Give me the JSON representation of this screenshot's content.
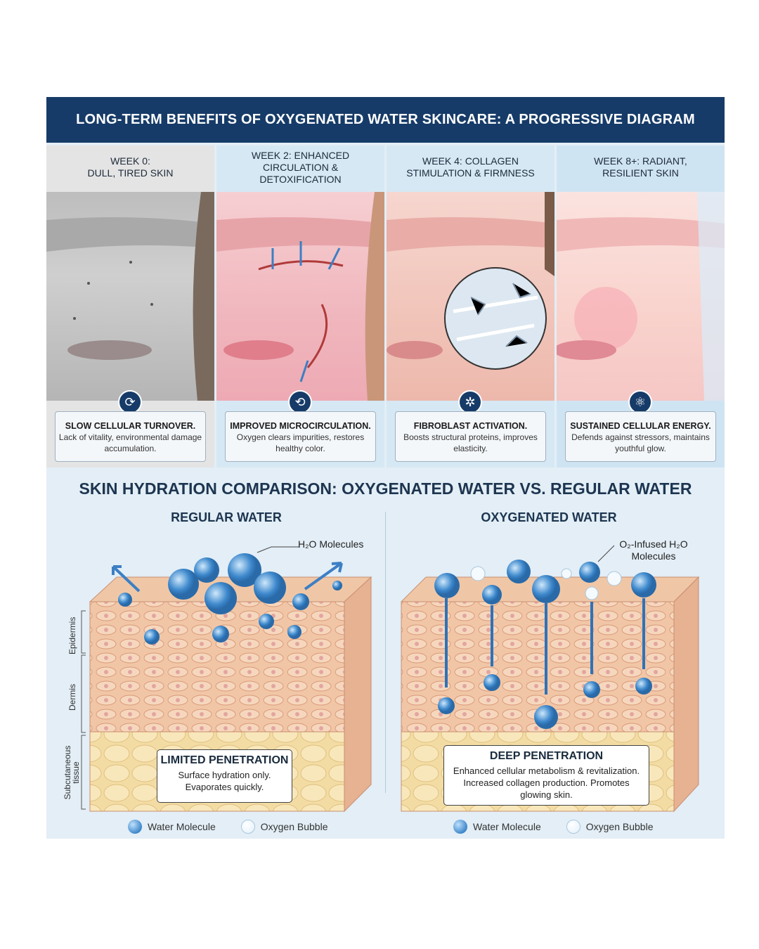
{
  "title": "LONG-TERM BENEFITS OF OXYGENATED WATER SKINCARE: A PROGRESSIVE DIAGRAM",
  "stages": [
    {
      "label": "WEEK 0:\nDULL, TIRED SKIN",
      "icon": "refresh-icon",
      "card_title": "SLOW CELLULAR TURNOVER.",
      "card_text": "Lack of vitality, environmental damage accumulation.",
      "bg": "#e4e4e4"
    },
    {
      "label": "WEEK 2: ENHANCED\nCIRCULATION &\nDETOXIFICATION",
      "icon": "circulation-icon",
      "card_title": "IMPROVED MICROCIRCULATION.",
      "card_text": "Oxygen clears impurities, restores healthy color.",
      "bg": "#d6e8f4"
    },
    {
      "label": "WEEK 4: COLLAGEN\nSTIMULATION & FIRMNESS",
      "icon": "fibroblast-icon",
      "card_title": "FIBROBLAST ACTIVATION.",
      "card_text": "Boosts structural proteins, improves elasticity.",
      "bg": "#d6e8f4"
    },
    {
      "label": "WEEK 8+: RADIANT,\nRESILIENT SKIN",
      "icon": "atom-icon",
      "card_title": "SUSTAINED CELLULAR ENERGY.",
      "card_text": "Defends against stressors, maintains youthful glow.",
      "bg": "#cfe4f3"
    }
  ],
  "comparison": {
    "title": "SKIN HYDRATION COMPARISON: OXYGENATED WATER VS. REGULAR WATER",
    "regular": {
      "heading": "REGULAR WATER",
      "callout": "H₂O Molecules",
      "box_title": "LIMITED PENETRATION",
      "box_text": "Surface hydration only. Evaporates quickly."
    },
    "oxygenated": {
      "heading": "OXYGENATED WATER",
      "callout": "O₂-Infused H₂O Molecules",
      "box_title": "DEEP PENETRATION",
      "box_text": "Enhanced cellular metabolism & revitalization. Increased collagen production. Promotes glowing skin."
    },
    "layers": [
      "Epidermis",
      "Dermis",
      "Subcutaneous tissue"
    ],
    "legend": {
      "water": "Water Molecule",
      "oxygen": "Oxygen Bubble"
    }
  }
}
